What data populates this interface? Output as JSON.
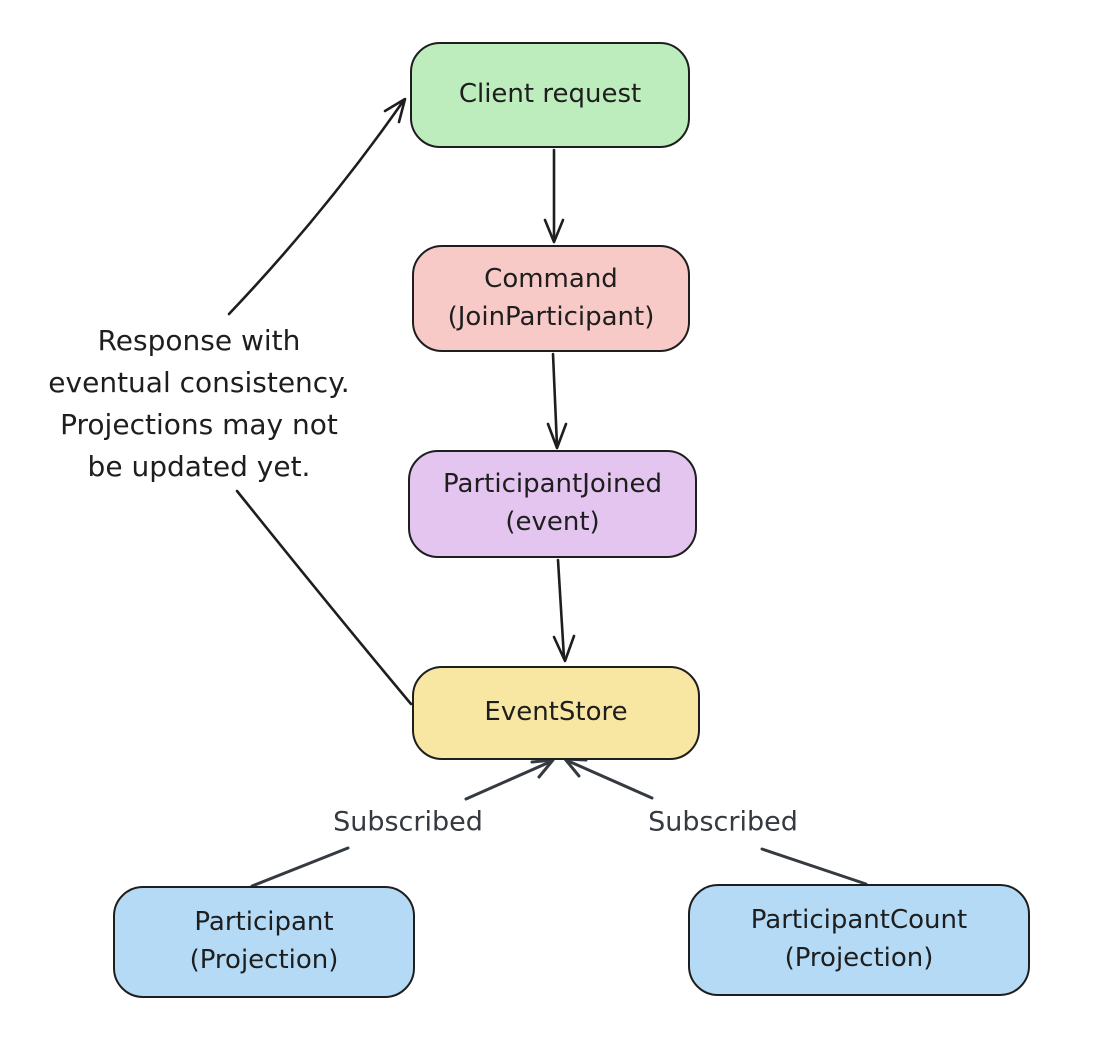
{
  "diagram": {
    "background": "#ffffff",
    "stroke_color": "#1e1e1e",
    "connector_color": "#343a40",
    "text_color": "#1e1e1e"
  },
  "nodes": {
    "client_request": {
      "lines": [
        "Client request"
      ],
      "color": "#bdedbc"
    },
    "command": {
      "lines": [
        "Command",
        "(JoinParticipant)"
      ],
      "color": "#f7c9c7"
    },
    "participant_joined": {
      "lines": [
        "ParticipantJoined",
        "(event)"
      ],
      "color": "#e3c5ef"
    },
    "event_store": {
      "lines": [
        "EventStore"
      ],
      "color": "#f8e7a3"
    },
    "participant_projection": {
      "lines": [
        "Participant",
        "(Projection)"
      ],
      "color": "#b4daf5"
    },
    "participant_count_projection": {
      "lines": [
        "ParticipantCount",
        "(Projection)"
      ],
      "color": "#b4daf5"
    }
  },
  "labels": {
    "response_note": {
      "lines": [
        "Response with",
        "eventual consistency.",
        "Projections may not",
        "be updated yet."
      ]
    },
    "subscribed_left": "Subscribed",
    "subscribed_right": "Subscribed"
  },
  "edges": [
    {
      "from": "client_request",
      "to": "command"
    },
    {
      "from": "command",
      "to": "participant_joined"
    },
    {
      "from": "participant_joined",
      "to": "event_store"
    },
    {
      "from": "event_store",
      "to": "client_request",
      "label": "Response with eventual consistency. Projections may not be updated yet."
    },
    {
      "from": "participant_projection",
      "to": "event_store",
      "label": "Subscribed"
    },
    {
      "from": "participant_count_projection",
      "to": "event_store",
      "label": "Subscribed"
    }
  ]
}
